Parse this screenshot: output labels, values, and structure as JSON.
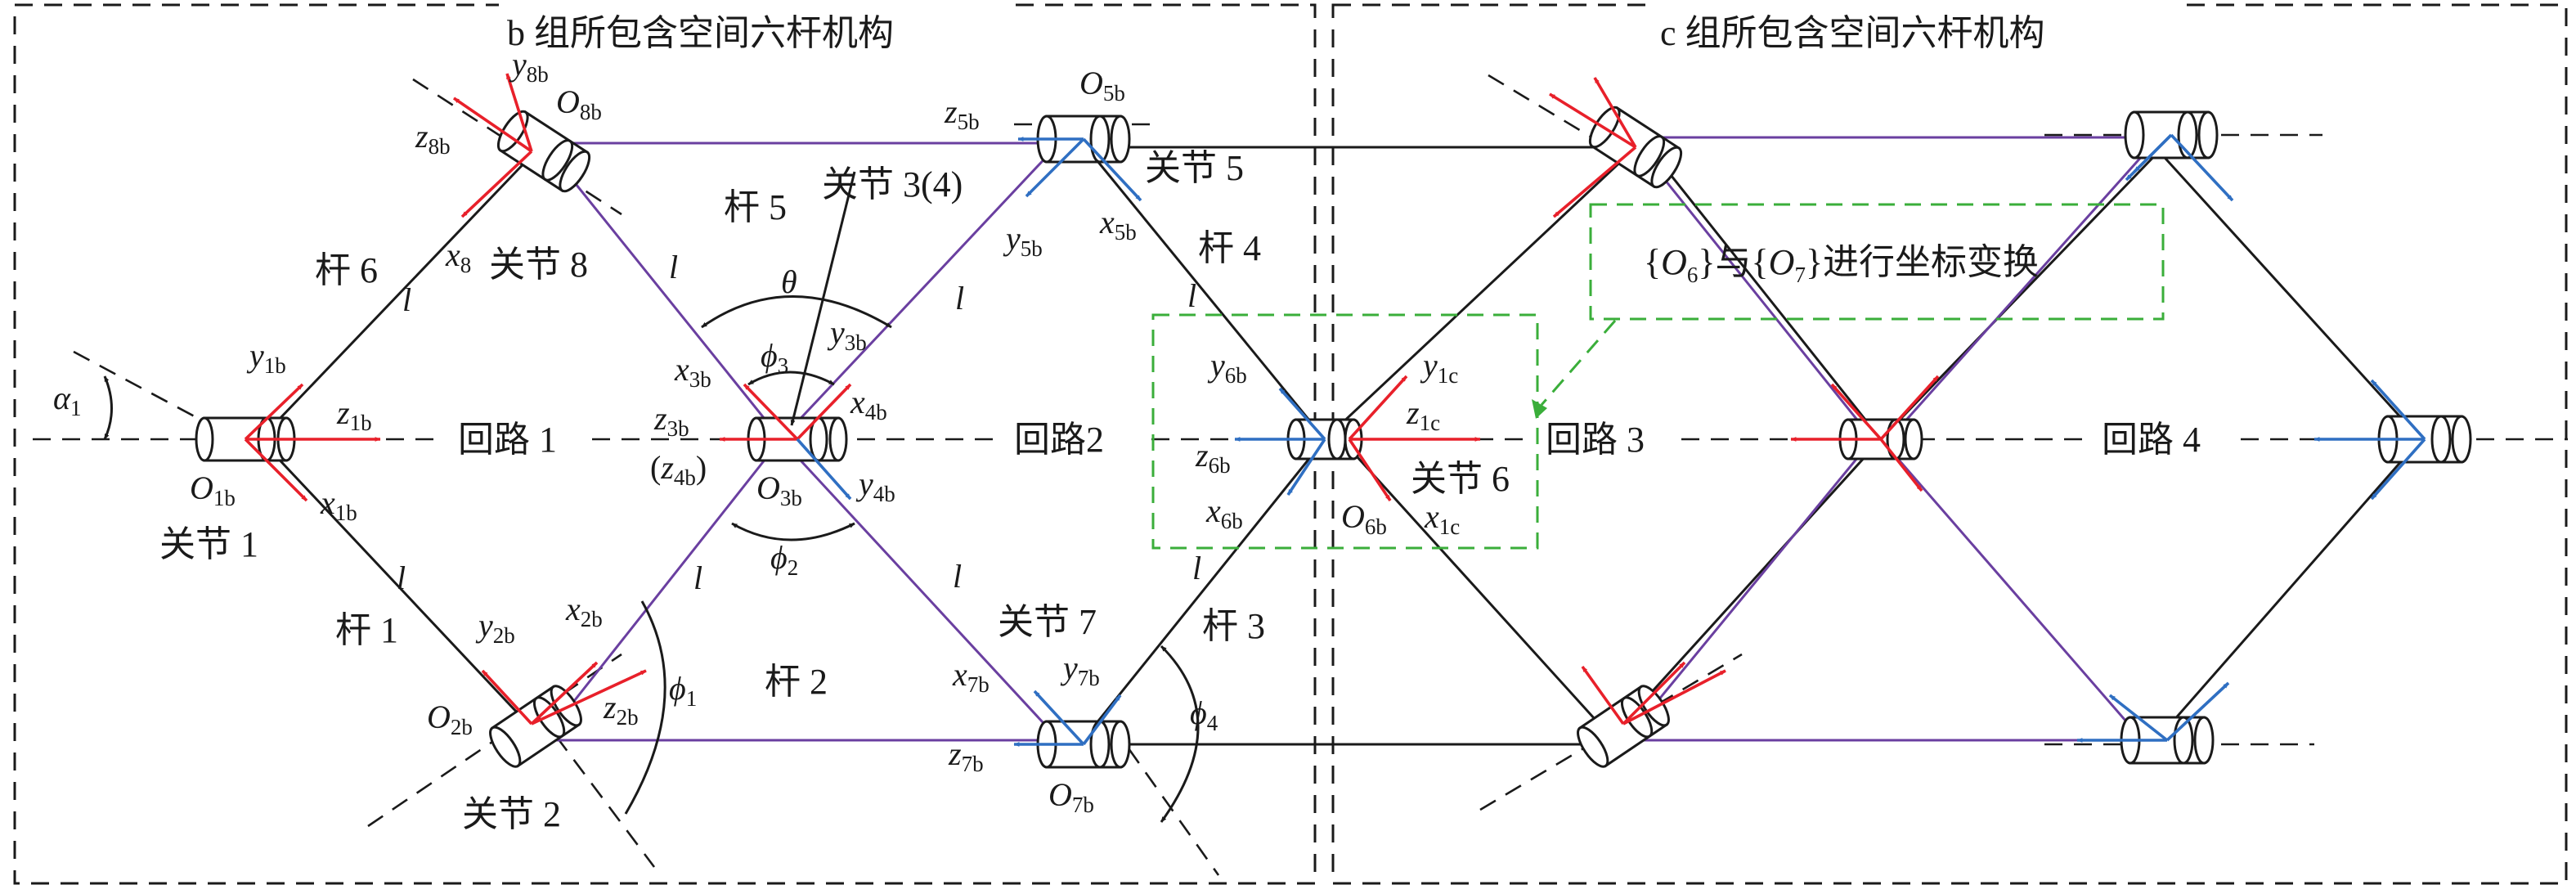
{
  "groups": {
    "b_title": "b 组所包含空间六杆机构",
    "c_title": "c 组所包含空间六杆机构"
  },
  "callout": {
    "open1": "{",
    "o": "O",
    "sub6": "6",
    "mid": "}与{",
    "sub7": "7",
    "tail": "}进行坐标变换"
  },
  "loops": {
    "loop1": "回路 1",
    "loop2": "回路2",
    "loop3": "回路 3",
    "loop4": "回路 4"
  },
  "joints": {
    "j1": "关节 1",
    "j2": "关节 2",
    "j34": "关节 3(4)",
    "j5": "关节 5",
    "j6": "关节 6",
    "j7": "关节 7",
    "j8": "关节 8"
  },
  "rods": {
    "r1": "杆 1",
    "r2": "杆 2",
    "r3": "杆 3",
    "r4": "杆 4",
    "r5": "杆 5",
    "r6": "杆 6"
  },
  "symbols": {
    "l": "l",
    "theta": "θ",
    "alpha": "α",
    "phi": "ϕ",
    "o": "O",
    "x": "x",
    "y": "y",
    "z": "z",
    "paren_open": "(",
    "paren_close": ")"
  },
  "subscripts": {
    "s1": "1",
    "s2": "2",
    "s3": "3",
    "s4": "4",
    "s8": "8",
    "s1b": "1b",
    "s2b": "2b",
    "s3b": "3b",
    "s4b": "4b",
    "s5b": "5b",
    "s6b": "6b",
    "s7b": "7b",
    "s8b": "8b",
    "s1c": "1c"
  },
  "colors": {
    "red_axis": "#e8202a",
    "blue_axis": "#2f6fc2",
    "purple_link": "#6a3fa0",
    "green_callout": "#3aae3a",
    "ink": "#1a1a1a"
  }
}
